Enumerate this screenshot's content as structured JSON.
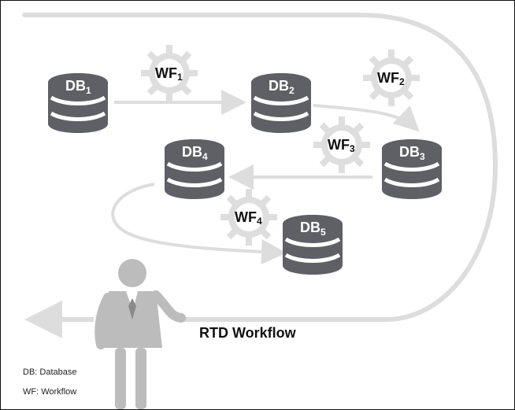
{
  "diagram": {
    "title": "RTD Workflow",
    "nodes": {
      "db1": {
        "main": "DB",
        "sub": "1"
      },
      "db2": {
        "main": "DB",
        "sub": "2"
      },
      "db3": {
        "main": "DB",
        "sub": "3"
      },
      "db4": {
        "main": "DB",
        "sub": "4"
      },
      "db5": {
        "main": "DB",
        "sub": "5"
      },
      "wf1": {
        "main": "WF",
        "sub": "1"
      },
      "wf2": {
        "main": "WF",
        "sub": "2"
      },
      "wf3": {
        "main": "WF",
        "sub": "3"
      },
      "wf4": {
        "main": "WF",
        "sub": "4"
      }
    },
    "legend": {
      "db": "DB: Database",
      "wf": "WF: Workflow"
    },
    "colors": {
      "database": "#5f6065",
      "connector": "#dddddd",
      "gear": "#dedede",
      "person": "#bcbcbc",
      "person_tie": "#ffffff"
    }
  }
}
